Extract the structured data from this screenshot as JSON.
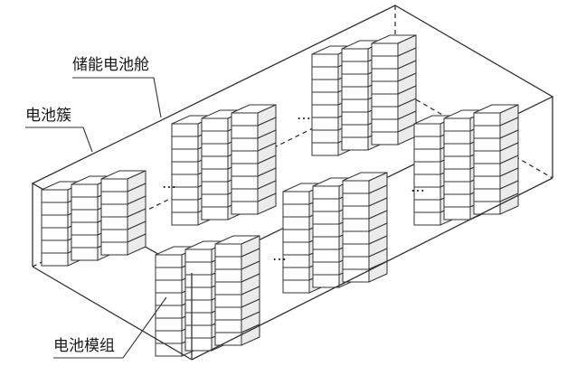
{
  "labels": {
    "storage_cabin": "储能电池舱",
    "battery_cluster": "电池簇",
    "battery_module": "电池模组"
  },
  "ellipsis": "…",
  "colors": {
    "stroke": "#333333",
    "face_top": "#ffffff",
    "face_front": "#ffffff",
    "face_side": "#ebebeb",
    "text": "#1a1a1a"
  }
}
